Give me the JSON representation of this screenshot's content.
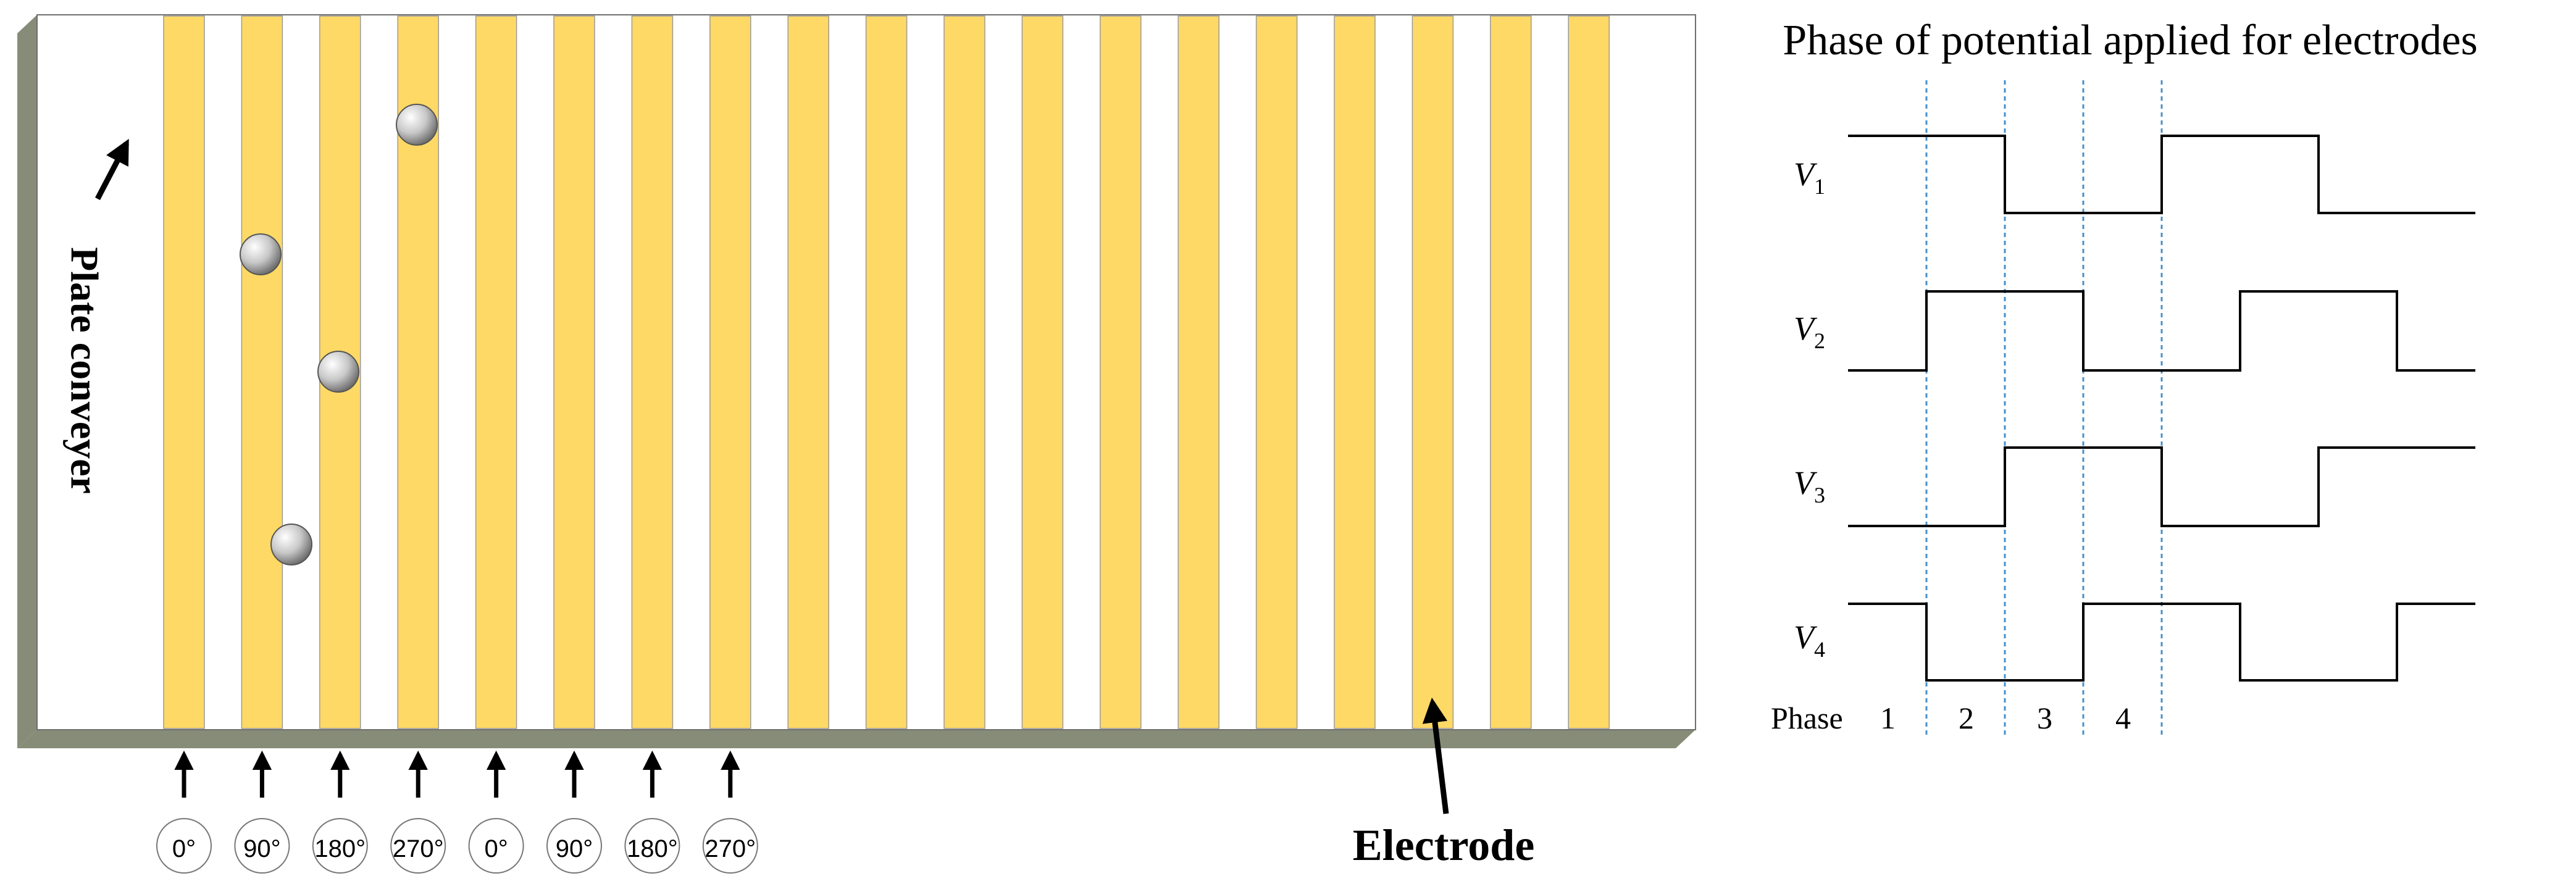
{
  "conveyor": {
    "label": "Plate conveyer",
    "electrode_count": 19,
    "particle_count": 4
  },
  "phase_markers": [
    "0°",
    "90°",
    "180°",
    "270°",
    "0°",
    "90°",
    "180°",
    "270°"
  ],
  "electrode_label": "Electrode",
  "chart": {
    "title": "Phase of potential applied for electrodes",
    "signals": [
      {
        "base": "V",
        "sub": "1",
        "levels": [
          1,
          1,
          0,
          0,
          1,
          1,
          0,
          0
        ]
      },
      {
        "base": "V",
        "sub": "2",
        "levels": [
          0,
          1,
          1,
          0,
          0,
          1,
          1,
          0
        ]
      },
      {
        "base": "V",
        "sub": "3",
        "levels": [
          0,
          0,
          1,
          1,
          0,
          0,
          1,
          1
        ]
      },
      {
        "base": "V",
        "sub": "4",
        "levels": [
          1,
          0,
          0,
          1,
          1,
          0,
          0,
          1
        ]
      }
    ],
    "phase_label": "Phase",
    "phase_numbers": [
      "1",
      "2",
      "3",
      "4"
    ]
  },
  "colors": {
    "electrode": "#FFD966",
    "conveyor_base": "#878C78",
    "particle": "#C8C8C8",
    "guide_line": "#4A90C8"
  }
}
